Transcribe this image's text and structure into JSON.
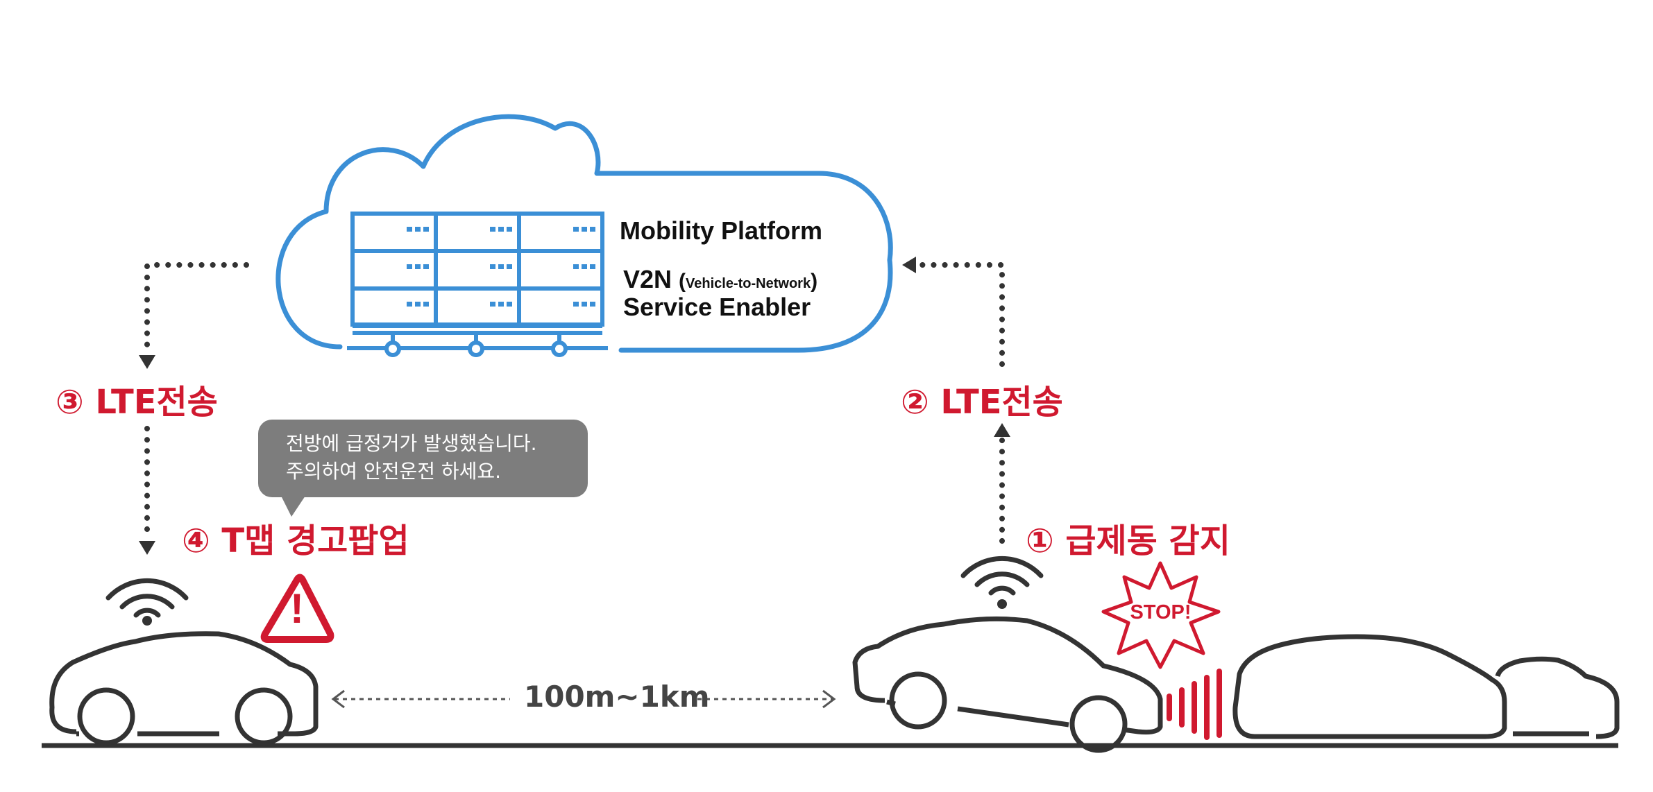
{
  "platform": {
    "title": "Mobility Platform",
    "v2n_main": "V2N",
    "v2n_paren_open": "(",
    "v2n_sub": "Vehicle-to-Network",
    "v2n_paren_close": ")",
    "enabler": "Service Enabler"
  },
  "steps": {
    "step1": "① 급제동 감지",
    "step2": "② LTE전송",
    "step3": "③ LTE전송",
    "step4": "④ T맵 경고팝업"
  },
  "bubble": {
    "line1": "전방에 급정거가 발생했습니다.",
    "line2": "주의하여 안전운전 하세요."
  },
  "stop_sign": "STOP!",
  "warning_symbol": "!",
  "distance": "100m~1km",
  "colors": {
    "cloud": "#3b8fd6",
    "accent_red": "#d0192f",
    "bubble": "#7d7d7d",
    "line": "#333333"
  }
}
